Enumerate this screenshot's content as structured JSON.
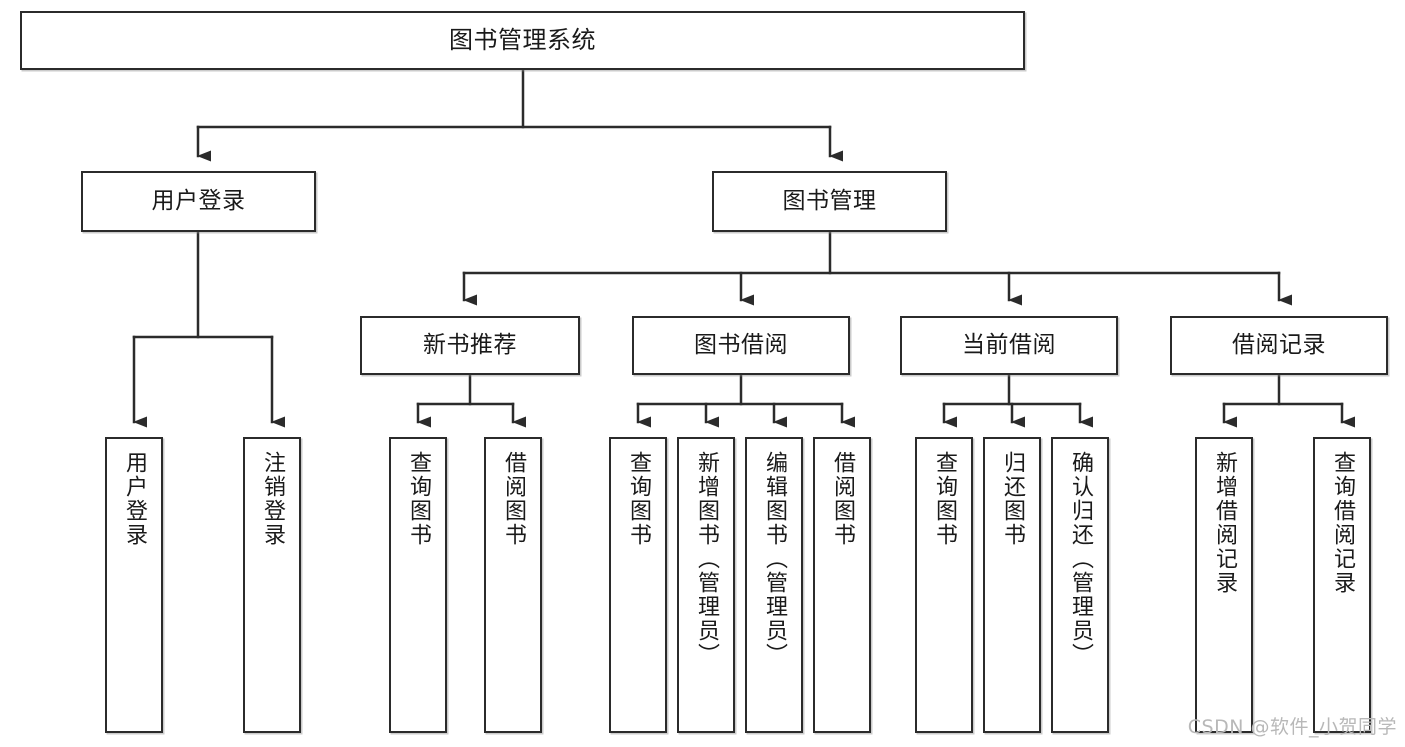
{
  "diagram": {
    "type": "tree",
    "title": "图书管理系统",
    "colors": {
      "node_border": "#2b2b2b",
      "node_fill": "#ffffff",
      "edge": "#2b2b2b",
      "text": "#1a1a1a",
      "watermark": "#b8b8b8"
    },
    "nodes": {
      "root": {
        "label": "图书管理系统"
      },
      "level2": [
        {
          "id": "user-login",
          "label": "用户登录"
        },
        {
          "id": "book-management",
          "label": "图书管理"
        }
      ],
      "level3": [
        {
          "id": "new-book-recommend",
          "label": "新书推荐"
        },
        {
          "id": "book-borrow",
          "label": "图书借阅"
        },
        {
          "id": "current-borrow",
          "label": "当前借阅"
        },
        {
          "id": "borrow-record",
          "label": "借阅记录"
        }
      ],
      "leaves": {
        "user-login": [
          {
            "id": "leaf-user-login",
            "label": "用户登录"
          },
          {
            "id": "leaf-logout",
            "label": "注销登录"
          }
        ],
        "new-book-recommend": [
          {
            "id": "leaf-query-book-1",
            "label": "查询图书"
          },
          {
            "id": "leaf-borrow-book-1",
            "label": "借阅图书"
          }
        ],
        "book-borrow": [
          {
            "id": "leaf-query-book-2",
            "label": "查询图书"
          },
          {
            "id": "leaf-add-book",
            "label": "新增图书（管理员）"
          },
          {
            "id": "leaf-edit-book",
            "label": "编辑图书（管理员）"
          },
          {
            "id": "leaf-borrow-book-2",
            "label": "借阅图书"
          }
        ],
        "current-borrow": [
          {
            "id": "leaf-query-book-3",
            "label": "查询图书"
          },
          {
            "id": "leaf-return-book",
            "label": "归还图书"
          },
          {
            "id": "leaf-confirm-return",
            "label": "确认归还（管理员）"
          }
        ],
        "borrow-record": [
          {
            "id": "leaf-add-record",
            "label": "新增借阅记录"
          },
          {
            "id": "leaf-query-record",
            "label": "查询借阅记录"
          }
        ]
      }
    }
  },
  "watermark": {
    "text": "CSDN @软件_小贺同学"
  }
}
